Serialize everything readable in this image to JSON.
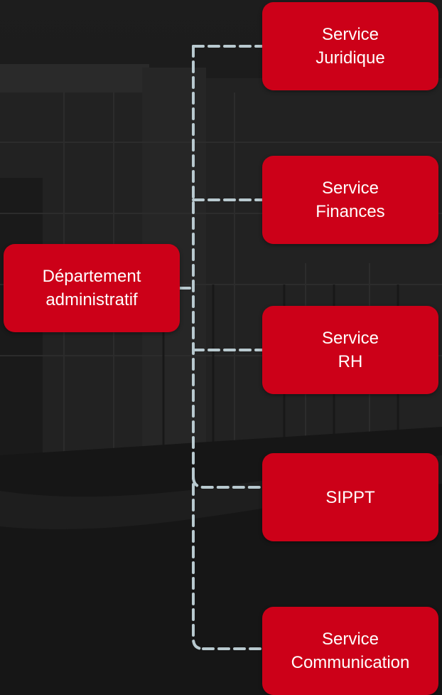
{
  "diagram": {
    "root": {
      "line1": "Département",
      "line2": "administratif"
    },
    "children": [
      {
        "line1": "Service",
        "line2": "Juridique"
      },
      {
        "line1": "Service",
        "line2": "Finances"
      },
      {
        "line1": "Service",
        "line2": "RH"
      },
      {
        "line1": "SIPPT",
        "line2": ""
      },
      {
        "line1": "Service",
        "line2": "Communication"
      }
    ]
  },
  "colors": {
    "background": "#1b1b1b",
    "node_fill": "#cc0018",
    "node_text": "#ffffff",
    "connector": "#b8c9cf"
  }
}
